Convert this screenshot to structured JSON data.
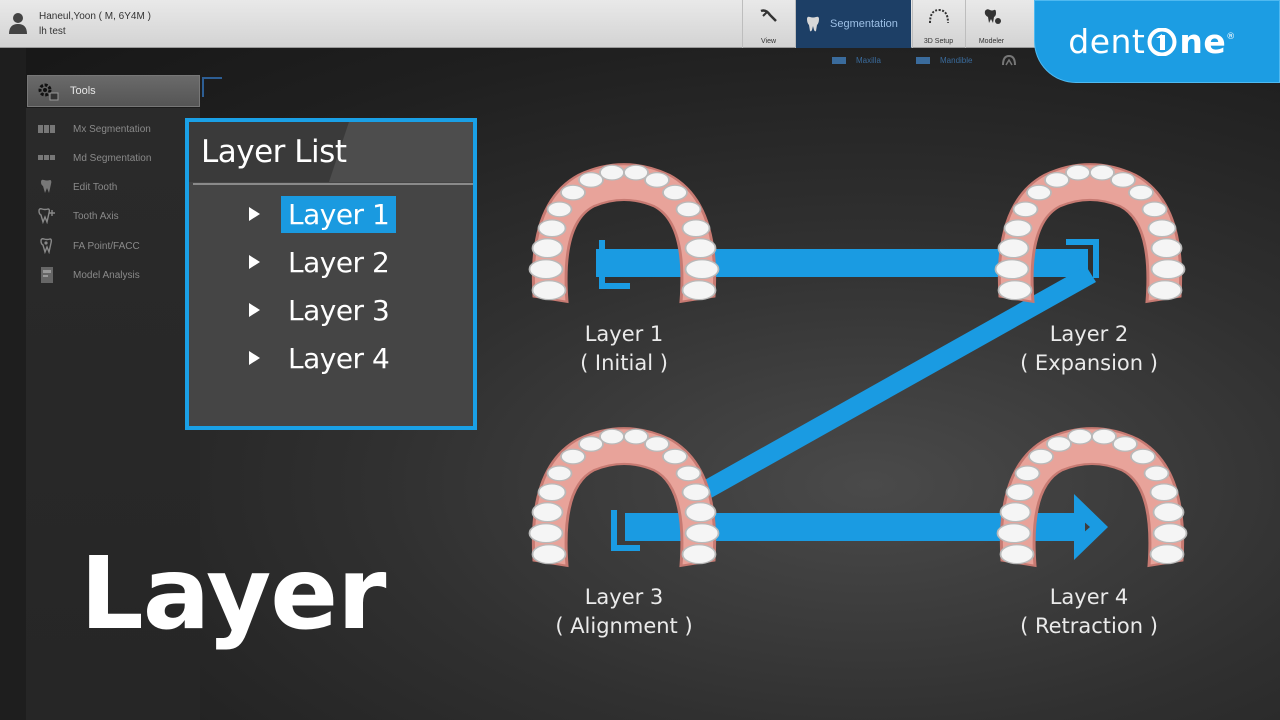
{
  "patient": {
    "name": "Haneul,Yoon ( M, 6Y4M )",
    "note": "lh test"
  },
  "menu": {
    "view": "View",
    "segmentation": "Segmentation",
    "setup3d": "3D Setup",
    "modeler": "Modeler"
  },
  "jaw": {
    "maxilla": "Maxilla",
    "mandible": "Mandible"
  },
  "brand": {
    "prefix": "dent",
    "suffix": "ne"
  },
  "tools": {
    "header": "Tools",
    "items": [
      {
        "label": "Mx Segmentation",
        "icon": "upper-teeth-icon"
      },
      {
        "label": "Md Segmentation",
        "icon": "lower-teeth-icon"
      },
      {
        "label": "Edit Tooth",
        "icon": "edit-tooth-icon"
      },
      {
        "label": "Tooth Axis",
        "icon": "tooth-axis-icon"
      },
      {
        "label": "FA Point/FACC",
        "icon": "fa-point-icon"
      },
      {
        "label": "Model Analysis",
        "icon": "model-analysis-icon"
      }
    ]
  },
  "layer_list": {
    "title": "Layer List",
    "items": [
      {
        "label": "Layer 1",
        "selected": true
      },
      {
        "label": "Layer 2",
        "selected": false
      },
      {
        "label": "Layer 3",
        "selected": false
      },
      {
        "label": "Layer 4",
        "selected": false
      }
    ]
  },
  "heading": "Layer",
  "stages": [
    {
      "title": "Layer 1",
      "subtitle": "( Initial )"
    },
    {
      "title": "Layer 2",
      "subtitle": "( Expansion )"
    },
    {
      "title": "Layer 3",
      "subtitle": "( Alignment )"
    },
    {
      "title": "Layer 4",
      "subtitle": "( Retraction )"
    }
  ],
  "colors": {
    "accent": "#1aa0e6",
    "brand": "#1c9de3",
    "active_menu": "#1d3f66"
  }
}
